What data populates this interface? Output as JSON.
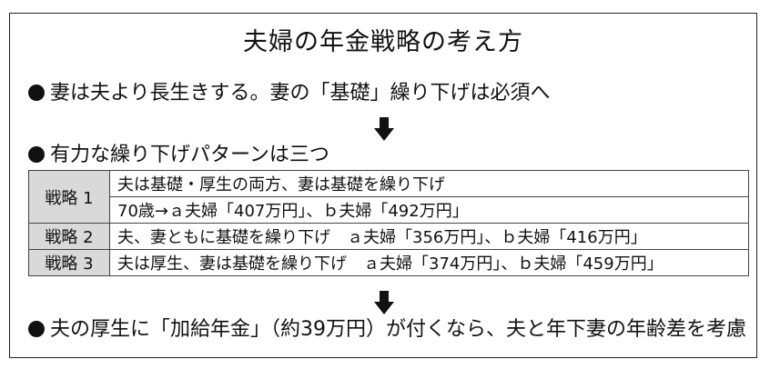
{
  "title": "夫婦の年金戦略の考え方",
  "point1": "妻は夫より長生きする。妻の「基礎」繰り下げは必須へ",
  "point2": "有力な繰り下げパターンは三つ",
  "strategies": [
    {
      "name": "戦略 1",
      "line1": "夫は基礎・厚生の両方、妻は基礎を繰り下げ",
      "line2": "70歳→ａ夫婦「407万円」、ｂ夫婦「492万円」"
    },
    {
      "name": "戦略 2",
      "line1": "夫、妻ともに基礎を繰り下げ　ａ夫婦「356万円」、ｂ夫婦「416万円」"
    },
    {
      "name": "戦略 3",
      "line1": "夫は厚生、妻は基礎を繰り下げ　ａ夫婦「374万円」、ｂ夫婦「459万円」"
    }
  ],
  "point3": "夫の厚生に「加給年金」（約39万円）が付くなら、夫と年下妻の年齢差を考慮"
}
